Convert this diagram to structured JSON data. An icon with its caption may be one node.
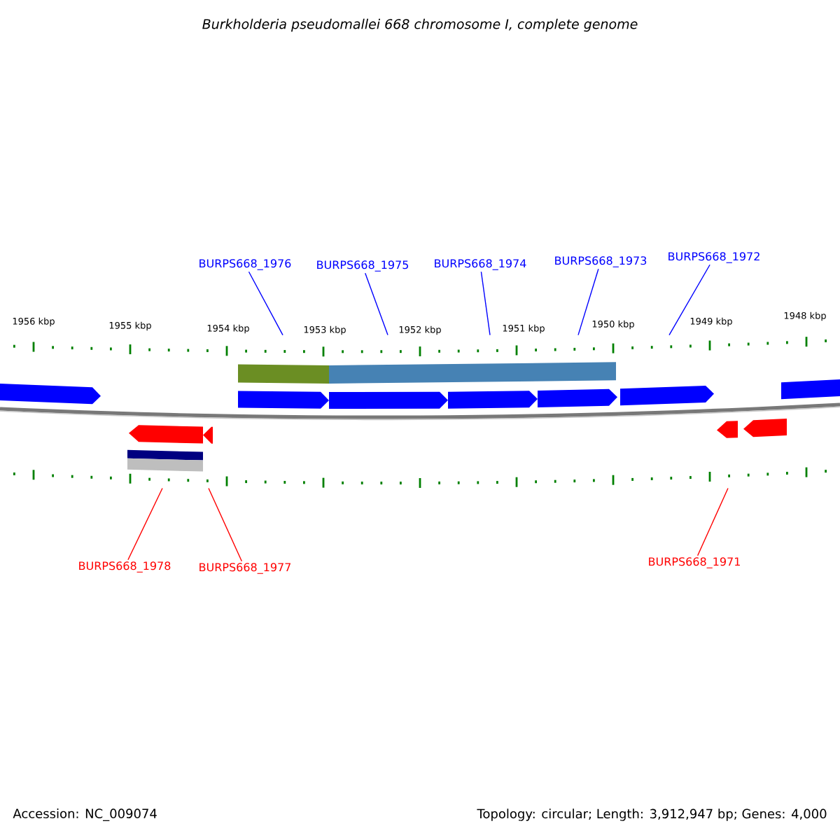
{
  "diagram": {
    "title": "Burkholderia pseudomallei 668 chromosome I, complete genome",
    "nodes": [
      {
        "text": [
          "BURPS668_1976"
        ]
      },
      {
        "text": [
          "BURPS668_1975"
        ]
      },
      {
        "text": [
          "BURPS668_1974"
        ]
      },
      {
        "text": [
          "BURPS668_1973"
        ]
      },
      {
        "text": [
          "BURPS668_1972"
        ]
      },
      {
        "text": [
          "BURPS668_1978"
        ]
      },
      {
        "text": [
          "BURPS668_1977"
        ]
      },
      {
        "text": [
          "BURPS668_1971"
        ]
      },
      {
        "text": [],
        "shape": "ruler"
      },
      {
        "text": [],
        "shape": "ruler"
      }
    ],
    "edges": [
      {
        "from": 0,
        "to": 8,
        "arrow": "none"
      },
      {
        "from": 1,
        "to": 8,
        "arrow": "none"
      },
      {
        "from": 2,
        "to": 8,
        "arrow": "none"
      },
      {
        "from": 3,
        "to": 8,
        "arrow": "none"
      },
      {
        "from": 4,
        "to": 8,
        "arrow": "none"
      },
      {
        "from": 5,
        "to": 9,
        "arrow": "none",
        "color": "#ff0000"
      },
      {
        "from": 6,
        "to": 9,
        "arrow": "none",
        "color": "#ff0000"
      },
      {
        "from": 7,
        "to": 9,
        "arrow": "none",
        "color": "#ff0000"
      }
    ],
    "labels": [
      "1956 kbp",
      "1955 kbp",
      "1954 kbp",
      "1953 kbp",
      "1952 kbp",
      "1951 kbp",
      "1950 kbp",
      "1949 kbp",
      "1948 kbp",
      "Accession: NC_009074",
      "Topology: circular; Length: 3,912,947 bp; Genes: 4,000"
    ]
  }
}
